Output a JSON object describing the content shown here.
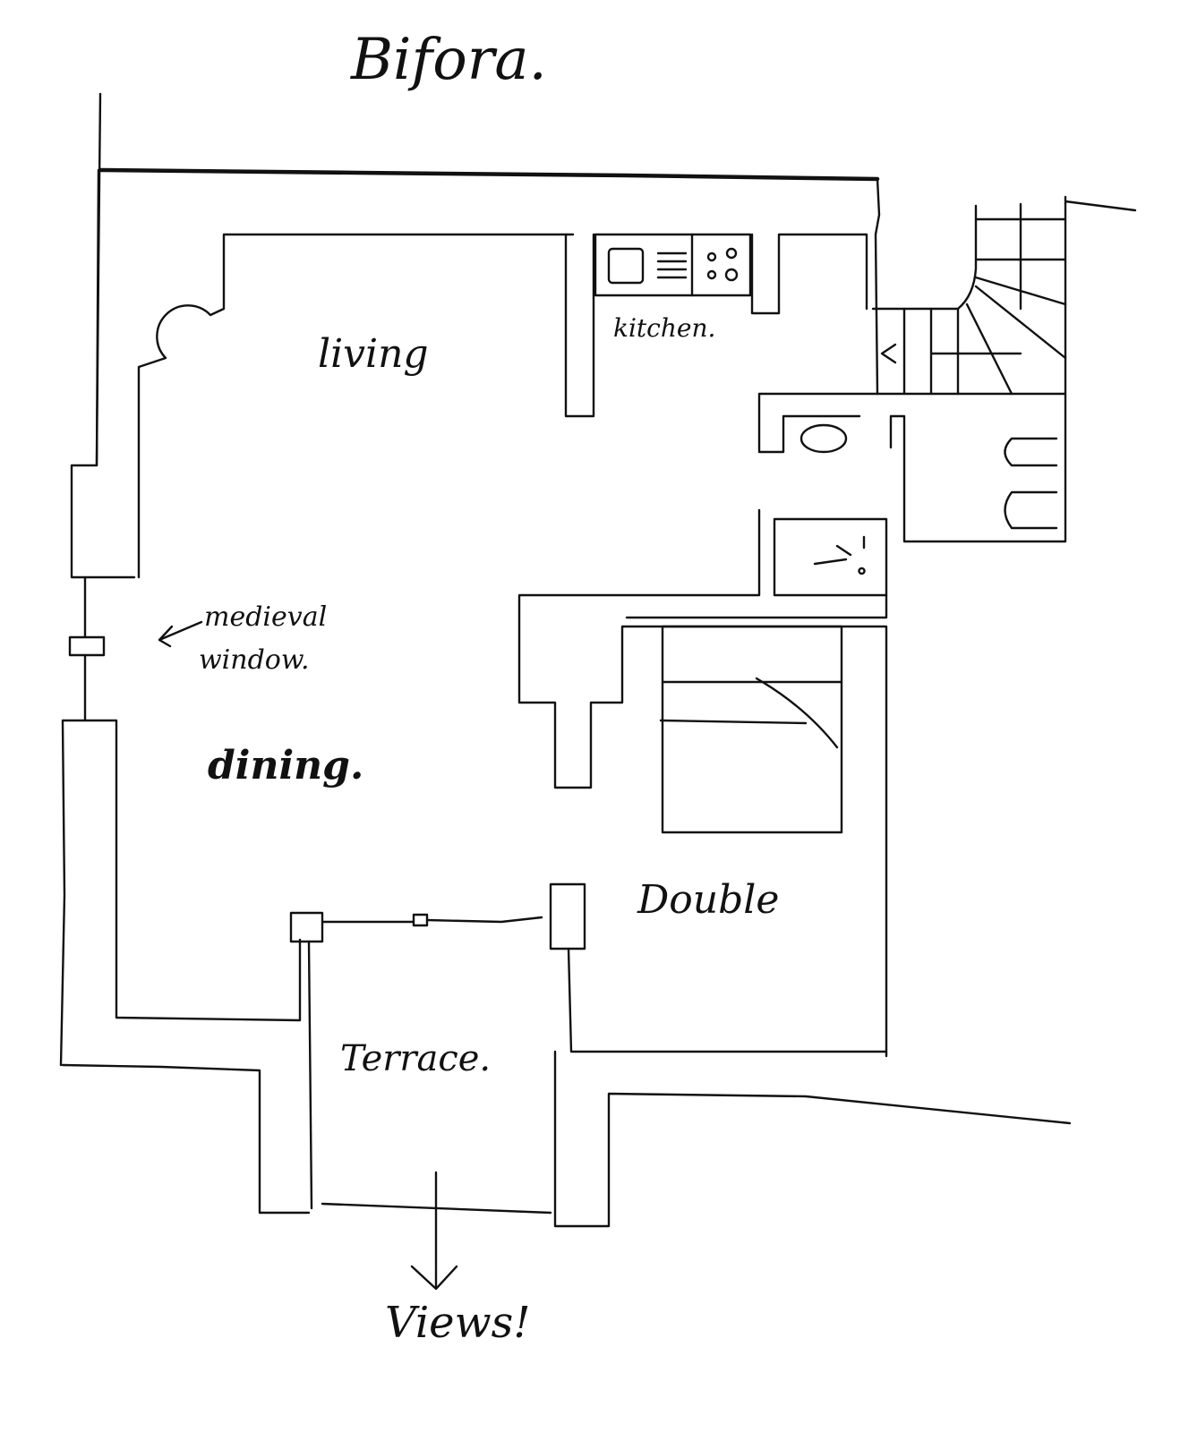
{
  "title": "Bifora.",
  "rooms": {
    "living": "living",
    "kitchen": "kitchen.",
    "dining": "dining.",
    "double": "Double",
    "terrace": "Terrace."
  },
  "annotations": {
    "window_line1": "medieval",
    "window_line2": "window.",
    "views": "Views!"
  }
}
